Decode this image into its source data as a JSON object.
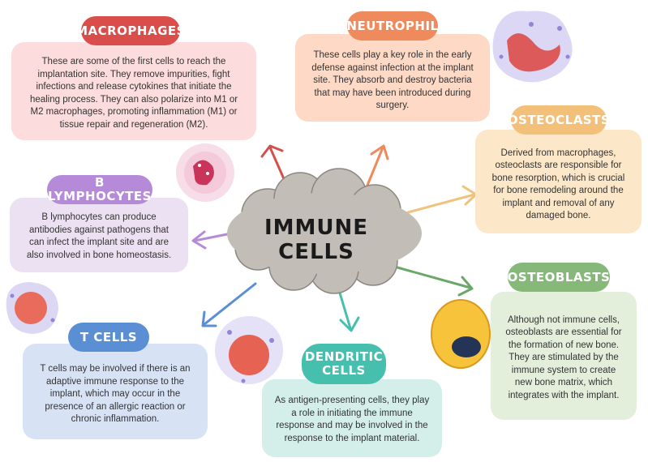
{
  "title": "IMMUNE CELLS",
  "sections": {
    "macrophages": {
      "heading": "MACROPHAGES",
      "text": "These are some of the first cells to reach the implantation site. They remove impurities, fight infections and release cytokines that initiate the healing process. They can also polarize into M1 or M2 macrophages, promoting inflammation (M1) or tissue repair and regeneration (M2).",
      "color": "#e0524f"
    },
    "neutrophil": {
      "heading": "NEUTROPHIL",
      "text": "These cells play a key role in the early defense against infection at the implant site. They absorb and destroy bacteria that may have been introduced during surgery.",
      "color": "#ee8a5b"
    },
    "osteoclasts": {
      "heading": "OSTEOCLASTS",
      "text": "Derived from macrophages, osteoclasts are responsible for bone resorption, which is crucial for bone remodeling around the implant and removal of any damaged bone.",
      "color": "#f5c27a"
    },
    "b_lymphocytes": {
      "heading": "B LYMPHOCYTES",
      "text": "B lymphocytes can produce antibodies against pathogens that can infect the implant site and are also involved in bone homeostasis.",
      "color": "#b58ad8"
    },
    "osteoblasts": {
      "heading": "OSTEOBLASTS",
      "text": "Although not immune cells, osteoblasts are essential for the formation of new bone. They are stimulated by the immune system to create new bone matrix, which integrates with the implant.",
      "color": "#86b87a"
    },
    "t_cells": {
      "heading": "T CELLS",
      "text": "T cells may be involved if there is an adaptive immune response to the implant, which may occur in the presence of an allergic reaction or chronic inflammation.",
      "color": "#5b8fd4"
    },
    "dendritic_cells": {
      "heading": "DENDRITIC CELLS",
      "text": "As antigen-presenting cells, they play a role in initiating the immune response and may be involved in the response to the implant material.",
      "color": "#47bfae"
    }
  }
}
